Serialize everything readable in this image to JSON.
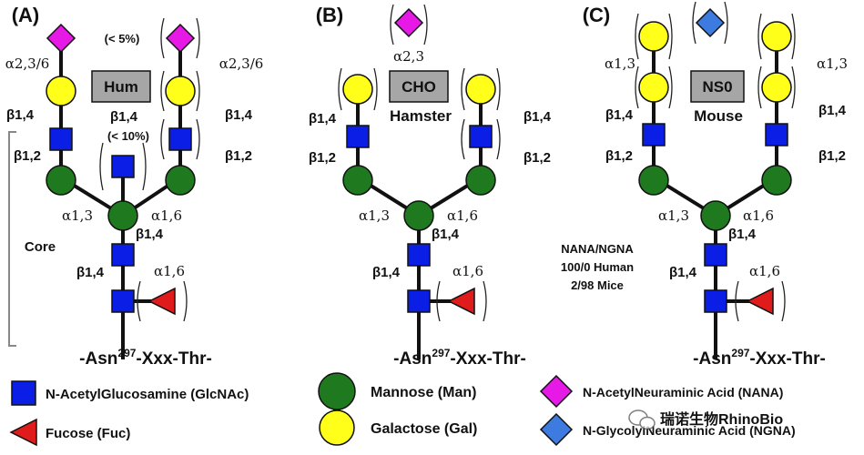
{
  "panels": [
    {
      "letter": "(A)",
      "species_box": "Hum",
      "sub_label": "",
      "labels": {
        "top_pct": "(< 5%)",
        "left_sia": "α2,3/6",
        "right_sia": "α2,3/6",
        "left_b14": "β1,4",
        "right_b14": "β1,4",
        "center_b14": "β1,4",
        "bisect_pct": "(< 10%)",
        "left_b12": "β1,2",
        "right_b12": "β1,2",
        "a13": "α1,3",
        "a16": "α1,6",
        "core_b14_upper": "β1,4",
        "core_b14_lower": "β1,4",
        "fuc_a16": "α1,6",
        "core": "Core"
      }
    },
    {
      "letter": "(B)",
      "species_box": "CHO",
      "sub_label": "Hamster",
      "labels": {
        "top_sia": "α2,3",
        "left_b14": "β1,4",
        "right_b14": "β1,4",
        "left_b12": "β1,2",
        "right_b12": "β1,2",
        "a13": "α1,3",
        "a16": "α1,6",
        "core_b14_upper": "β1,4",
        "core_b14_lower": "β1,4",
        "fuc_a16": "α1,6"
      }
    },
    {
      "letter": "(C)",
      "species_box": "NS0",
      "sub_label": "Mouse",
      "labels": {
        "left_a13": "α1,3",
        "right_a13": "α1,3",
        "left_b14": "β1,4",
        "right_b14": "β1,4",
        "left_b12": "β1,2",
        "right_b12": "β1,2",
        "a13": "α1,3",
        "a16": "α1,6",
        "core_b14_upper": "β1,4",
        "core_b14_lower": "β1,4",
        "fuc_a16": "α1,6",
        "nana_ngna_1": "NANA/NGNA",
        "nana_ngna_2": "100/0 Human",
        "nana_ngna_3": "2/98 Mice"
      }
    }
  ],
  "asn": {
    "pre": "-Asn",
    "sup": "297",
    "post": "-Xxx-Thr-"
  },
  "legend": [
    {
      "key": "glcnac",
      "shape": "square",
      "label": "N-AcetylGlucosamine (GlcNAc)"
    },
    {
      "key": "fuc",
      "shape": "triangle",
      "label": "Fucose (Fuc)"
    },
    {
      "key": "man",
      "shape": "circle",
      "label": "Mannose (Man)"
    },
    {
      "key": "gal",
      "shape": "circle",
      "label": "Galactose (Gal)"
    },
    {
      "key": "nana",
      "shape": "diamond",
      "label": "N-AcetylNeuraminic Acid (NANA)"
    },
    {
      "key": "ngna",
      "shape": "diamond",
      "label": "N-GlycolylNeuraminic Acid (NGNA)"
    }
  ],
  "watermark": "瑞诺生物RhinoBio",
  "colors": {
    "glcnac": "#0a1ee6",
    "man": "#1f7a1f",
    "gal": "#ffff1a",
    "nana": "#e619e6",
    "ngna": "#3d7be0",
    "fuc": "#e01b1b",
    "speciesBox": "#a6a6a6"
  }
}
